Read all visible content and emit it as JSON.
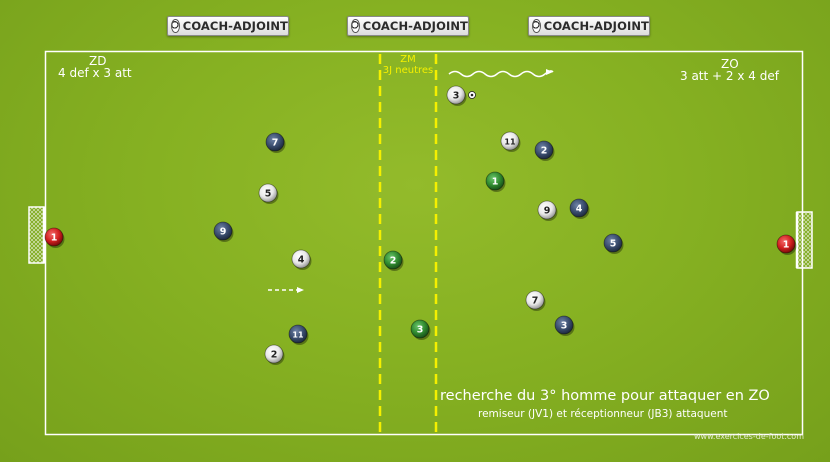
{
  "logos": [
    "COACH-ADJOINT",
    "COACH-ADJOINT",
    "COACH-ADJOINT"
  ],
  "zones": {
    "zd": {
      "title": "ZD",
      "subtitle": "4 def x 3 att"
    },
    "zm": {
      "title": "ZM",
      "subtitle": "3J neutres"
    },
    "zo": {
      "title": "ZO",
      "subtitle": "3 att + 2 x 4 def"
    }
  },
  "caption": {
    "title": "recherche du 3° homme pour attaquer en ZO",
    "subtitle": "remiseur (JV1) et réceptionneur (JB3)  attaquent"
  },
  "footer": "www.exercices-de-foot.com",
  "colors": {
    "white_team": "#f2f2f2",
    "blue_team": "#3a4d6e",
    "green_team": "#2f8a2f",
    "goalkeeper": "#d11f1f",
    "zm_lines": "#f5f000"
  },
  "players": [
    {
      "id": "blue-7-left",
      "team": "blue",
      "number": "7"
    },
    {
      "id": "white-5-left",
      "team": "white",
      "number": "5"
    },
    {
      "id": "blue-9-left",
      "team": "blue",
      "number": "9"
    },
    {
      "id": "white-4-left",
      "team": "white",
      "number": "4"
    },
    {
      "id": "blue-11-left",
      "team": "blue",
      "number": "11"
    },
    {
      "id": "white-2-left",
      "team": "white",
      "number": "2"
    },
    {
      "id": "gk-left",
      "team": "red",
      "number": "1"
    },
    {
      "id": "green-2",
      "team": "green",
      "number": "2"
    },
    {
      "id": "green-3",
      "team": "green",
      "number": "3"
    },
    {
      "id": "white-3-ball",
      "team": "white",
      "number": "3"
    },
    {
      "id": "white-11-right",
      "team": "white",
      "number": "11"
    },
    {
      "id": "blue-2-right",
      "team": "blue",
      "number": "2"
    },
    {
      "id": "green-1",
      "team": "green",
      "number": "1"
    },
    {
      "id": "white-9-right",
      "team": "white",
      "number": "9"
    },
    {
      "id": "blue-4-right",
      "team": "blue",
      "number": "4"
    },
    {
      "id": "blue-5-right",
      "team": "blue",
      "number": "5"
    },
    {
      "id": "white-7-right",
      "team": "white",
      "number": "7"
    },
    {
      "id": "blue-3-right",
      "team": "blue",
      "number": "3"
    },
    {
      "id": "gk-right",
      "team": "red",
      "number": "1"
    }
  ]
}
